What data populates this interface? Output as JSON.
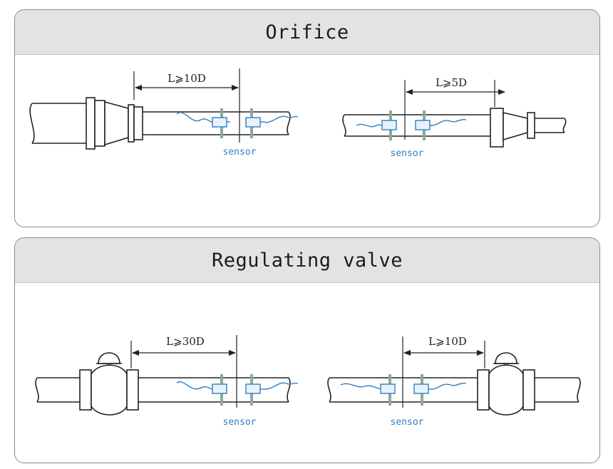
{
  "panels": {
    "orifice": {
      "title": "Orifice",
      "left_setup": {
        "distance_label": "L⩾10D",
        "sensor_label": "sensor"
      },
      "right_setup": {
        "distance_label": "L⩾5D",
        "sensor_label": "sensor"
      }
    },
    "regulating_valve": {
      "title": "Regulating valve",
      "left_setup": {
        "distance_label": "L⩾30D",
        "sensor_label": "sensor"
      },
      "right_setup": {
        "distance_label": "L⩾10D",
        "sensor_label": "sensor"
      }
    }
  },
  "colors": {
    "pipe_stroke": "#222222",
    "sensor_blue": "#2f7fc4",
    "clamp_gray": "#8fa89a",
    "header_gray": "#e3e3e3"
  }
}
